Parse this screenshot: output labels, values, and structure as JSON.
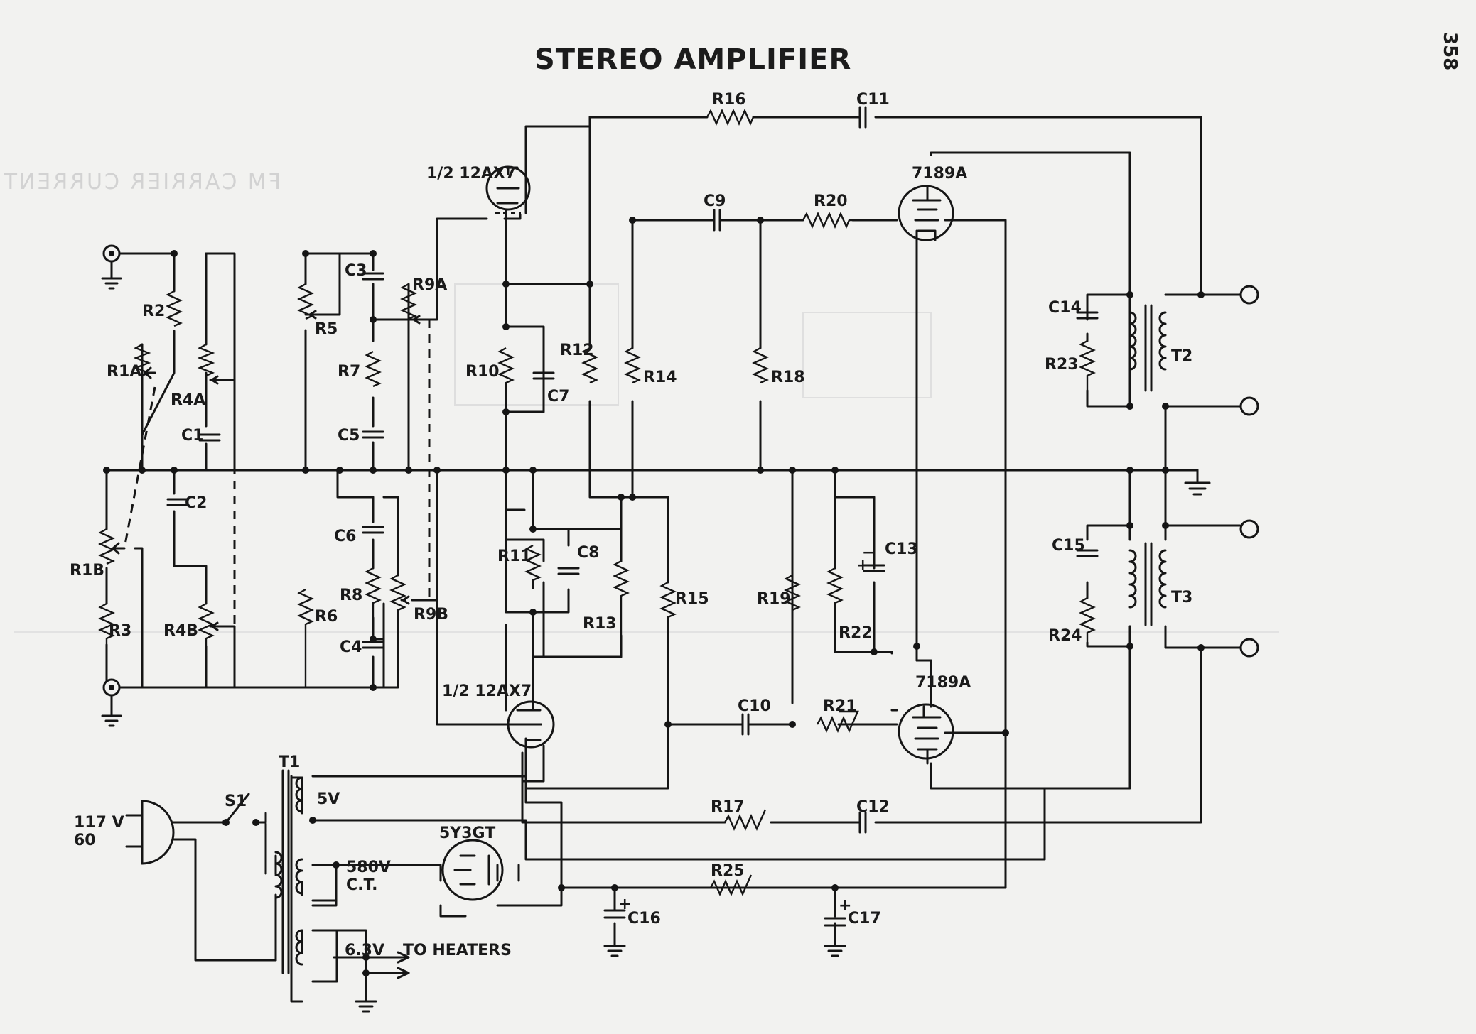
{
  "page_number": "358",
  "title": "STEREO AMPLIFIER",
  "components": {
    "R16": "R16",
    "C11": "C11",
    "tube_top_left": "1/2 12AX7",
    "tube_top_right": "7189A",
    "C9": "C9",
    "R20": "R20",
    "C3": "C3",
    "R9A": "R9A",
    "R2": "R2",
    "R5": "R5",
    "R7": "R7",
    "R1A": "R1A",
    "R4A": "R4A",
    "C1": "C1",
    "C5": "C5",
    "R10": "R10",
    "C7": "C7",
    "R12": "R12",
    "R14": "R14",
    "R18": "R18",
    "C14": "C14",
    "R23": "R23",
    "T2": "T2",
    "C2": "C2",
    "C6": "C6",
    "R1B": "R1B",
    "R3": "R3",
    "R4B": "R4B",
    "R6": "R6",
    "R8": "R8",
    "R9B": "R9B",
    "C4": "C4",
    "R11": "R11",
    "C8": "C8",
    "R13": "R13",
    "R15": "R15",
    "R19": "R19",
    "C13": "C13",
    "R22": "R22",
    "C15": "C15",
    "R24": "R24",
    "T3": "T3",
    "tube_bottom_left": "1/2 12AX7",
    "C10": "C10",
    "R21": "R21",
    "tube_bottom_right": "7189A",
    "R17": "R17",
    "C12": "C12",
    "T1": "T1",
    "S1": "S1",
    "mains_volts": "117 V",
    "mains_hz": "60",
    "tap_5v": "5V",
    "rectifier": "5Y3GT",
    "tap_580v": "580V",
    "tap_ct": "C.T.",
    "tap_63v": "6.3V",
    "heaters": "TO HEATERS",
    "R25": "R25",
    "C16": "C16",
    "C17": "C17",
    "plus": "+",
    "minus": "−"
  },
  "bleed_through": {
    "heading": "FM CARRIER CURRENT RECEIVER FOR MUSIC DISTRIBUTION"
  }
}
